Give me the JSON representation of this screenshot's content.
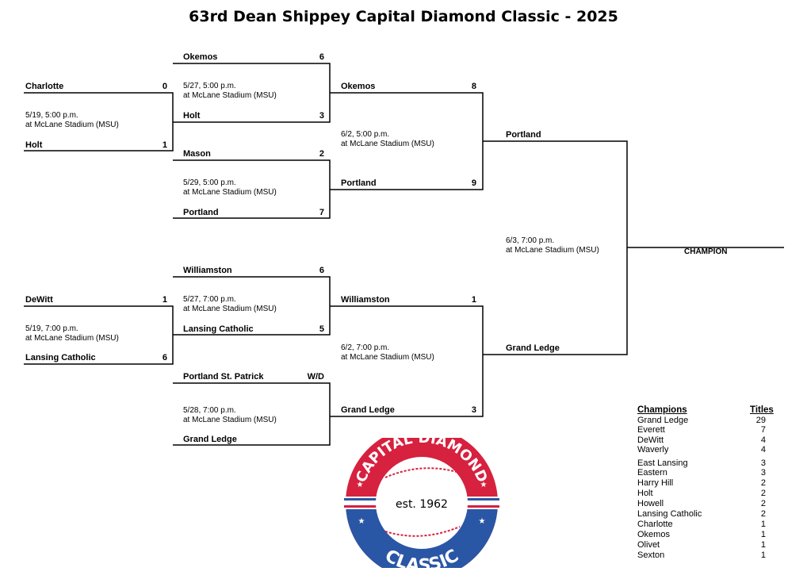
{
  "title": "63rd Dean Shippey Capital Diamond Classic - 2025",
  "round1": [
    {
      "team1": "Charlotte",
      "score1": "0",
      "date": "5/19, 5:00 p.m.",
      "venue": "at McLane Stadium (MSU)",
      "team2": "Holt",
      "score2": "1"
    },
    {
      "team1": "DeWitt",
      "score1": "1",
      "date": "5/19, 7:00 p.m.",
      "venue": "at McLane Stadium (MSU)",
      "team2": "Lansing Catholic",
      "score2": "6"
    }
  ],
  "quarterfinals": [
    {
      "team1": "Okemos",
      "score1": "6",
      "date": "5/27, 5:00 p.m.",
      "venue": "at McLane Stadium (MSU)",
      "team2": "Holt",
      "score2": "3"
    },
    {
      "team1": "Mason",
      "score1": "2",
      "date": "5/29, 5:00 p.m.",
      "venue": "at McLane Stadium (MSU)",
      "team2": "Portland",
      "score2": "7"
    },
    {
      "team1": "Williamston",
      "score1": "6",
      "date": "5/27, 7:00 p.m.",
      "venue": "at McLane Stadium (MSU)",
      "team2": "Lansing Catholic",
      "score2": "5"
    },
    {
      "team1": "Portland St. Patrick",
      "score1": "W/D",
      "date": "5/28, 7:00 p.m.",
      "venue": "at McLane Stadium (MSU)",
      "team2": "Grand Ledge",
      "score2": ""
    }
  ],
  "semifinals": [
    {
      "team1": "Okemos",
      "score1": "8",
      "date": "6/2, 5:00 p.m.",
      "venue": "at McLane Stadium (MSU)",
      "team2": "Portland",
      "score2": "9"
    },
    {
      "team1": "Williamston",
      "score1": "1",
      "date": "6/2, 7:00 p.m.",
      "venue": "at McLane Stadium (MSU)",
      "team2": "Grand Ledge",
      "score2": "3"
    }
  ],
  "final": {
    "team1": "Portland",
    "date": "6/3, 7:00 p.m.",
    "venue": "at McLane Stadium (MSU)",
    "team2": "Grand Ledge",
    "champion_label": "CHAMPION"
  },
  "champions_table": {
    "header_name": "Champions",
    "header_titles": "Titles",
    "rows": [
      {
        "name": "Grand Ledge",
        "titles": "29"
      },
      {
        "name": "Everett",
        "titles": "7"
      },
      {
        "name": "DeWitt",
        "titles": "4"
      },
      {
        "name": "Waverly",
        "titles": "4"
      },
      {
        "name": "East Lansing",
        "titles": "3"
      },
      {
        "name": "Eastern",
        "titles": "3"
      },
      {
        "name": "Harry Hill",
        "titles": "2"
      },
      {
        "name": "Holt",
        "titles": "2"
      },
      {
        "name": "Howell",
        "titles": "2"
      },
      {
        "name": "Lansing Catholic",
        "titles": "2"
      },
      {
        "name": "Charlotte",
        "titles": "1"
      },
      {
        "name": "Okemos",
        "titles": "1"
      },
      {
        "name": "Olivet",
        "titles": "1"
      },
      {
        "name": "Sexton",
        "titles": "1"
      }
    ]
  },
  "logo": {
    "top_text": "CAPITAL DIAMOND",
    "bottom_text": "CLASSIC",
    "center_text": "est. 1962",
    "red": "#d6213f",
    "blue": "#2a56a6"
  }
}
